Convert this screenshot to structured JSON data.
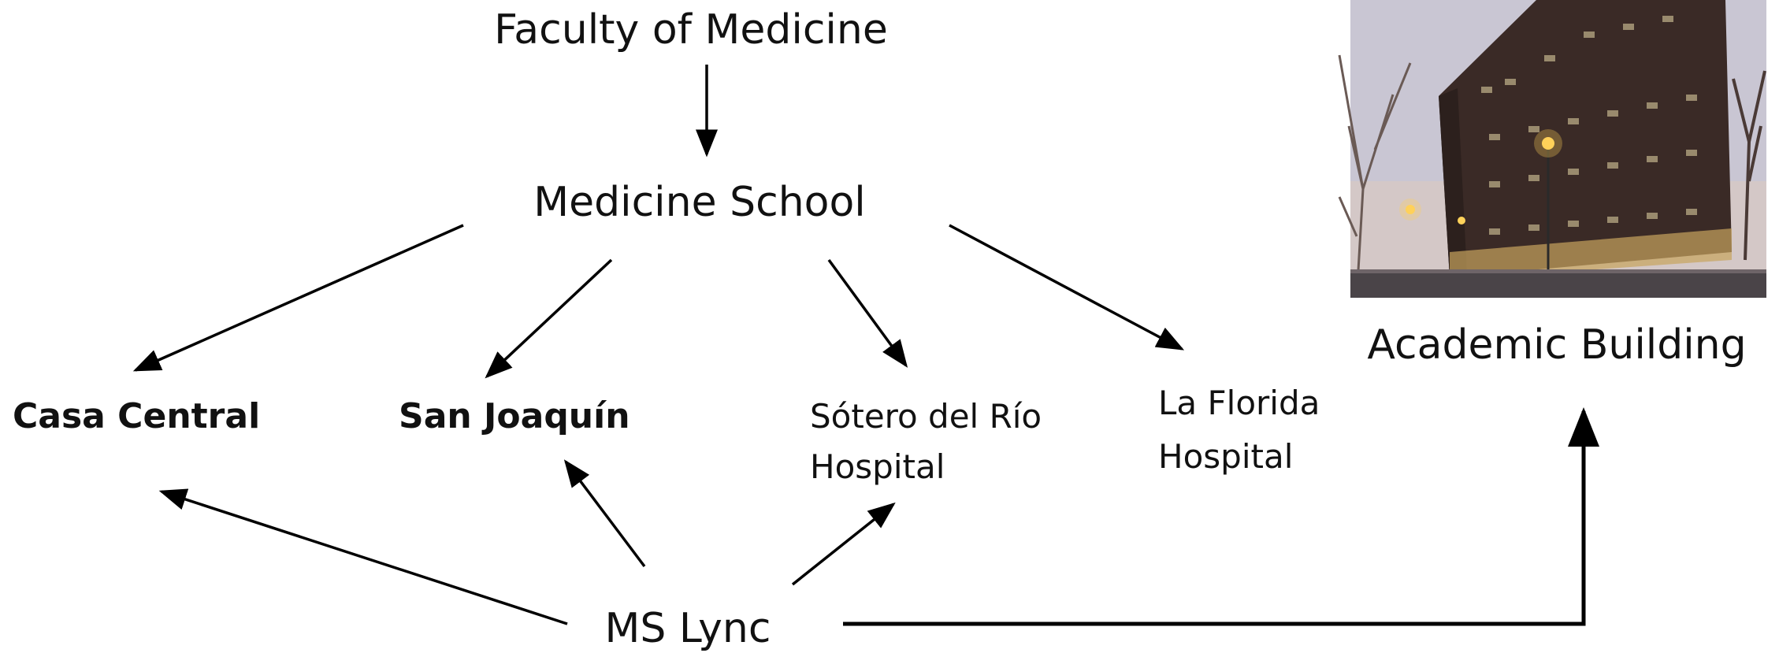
{
  "nodes": {
    "faculty": "Faculty of Medicine",
    "school": "Medicine School",
    "casa_central": "Casa Central",
    "san_joaquin": "San Joaquín",
    "sotero_line1": "Sótero del Río",
    "sotero_line2": "Hospital",
    "florida_line1": "La Florida",
    "florida_line2": "Hospital",
    "academic": "Academic Building",
    "lync": "MS Lync"
  },
  "photo": {
    "sky": "#c9c6d3",
    "building": "#3a2a26",
    "window_light": "#e8d9a8",
    "lamp": "#ffd25a",
    "tree": "#5a4a44"
  },
  "colors": {
    "text": "#111111",
    "arrow": "#000000",
    "background": "#ffffff"
  }
}
